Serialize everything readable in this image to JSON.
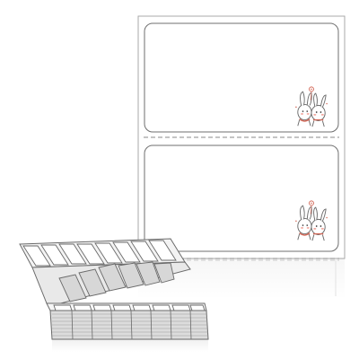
{
  "image": {
    "subject": "fanfold-thermal-labels-product-photo",
    "background_color": "#ffffff",
    "sheet": {
      "label_count_visible": 2,
      "perforation": "dashed",
      "corner_style": "rounded",
      "label_artwork": "bunny-mascot-icon"
    },
    "stack": {
      "style": "fanfolded",
      "columns": 8
    },
    "colors": {
      "outline": "#9a9a9a",
      "label_border": "#7a7a7a",
      "stack_front": "#d8d8d8",
      "stack_top": "#f3f3f3",
      "bunny_accent": "#d46a5a",
      "bunny_outline": "#6b6b6b"
    }
  }
}
